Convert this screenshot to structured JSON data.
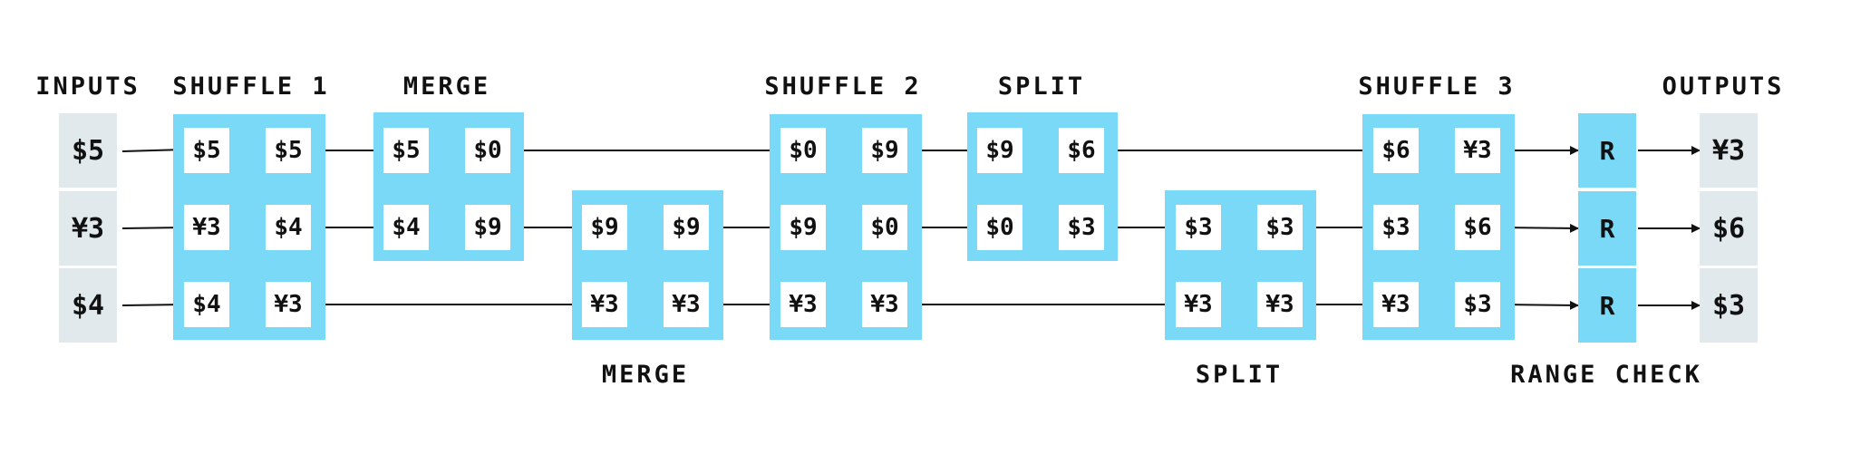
{
  "labels": {
    "inputs": "INPUTS",
    "shuffle1": "SHUFFLE 1",
    "merge_top": "MERGE",
    "merge_bottom": "MERGE",
    "shuffle2": "SHUFFLE 2",
    "split_top": "SPLIT",
    "split_bottom": "SPLIT",
    "shuffle3": "SHUFFLE 3",
    "range_check": "RANGE CHECK",
    "outputs": "OUTPUTS"
  },
  "inputs": [
    "$5",
    "¥3",
    "$4"
  ],
  "outputs": [
    "¥3",
    "$6",
    "$3"
  ],
  "range_check_marks": [
    "R",
    "R",
    "R"
  ],
  "shuffle1": {
    "in": [
      "$5",
      "¥3",
      "$4"
    ],
    "out": [
      "$5",
      "$4",
      "¥3"
    ]
  },
  "merge_top": {
    "in": [
      "$5",
      "$4"
    ],
    "out": [
      "$0",
      "$9"
    ]
  },
  "merge_bottom": {
    "in": [
      "$9",
      "¥3"
    ],
    "out": [
      "$9",
      "¥3"
    ]
  },
  "shuffle2": {
    "in": [
      "$0",
      "$9",
      "¥3"
    ],
    "out": [
      "$9",
      "$0",
      "¥3"
    ]
  },
  "split_top": {
    "in": [
      "$9",
      "$0"
    ],
    "out": [
      "$6",
      "$3"
    ]
  },
  "split_bottom": {
    "in": [
      "$3",
      "¥3"
    ],
    "out": [
      "$3",
      "¥3"
    ]
  },
  "shuffle3": {
    "in": [
      "$6",
      "$3",
      "¥3"
    ],
    "out": [
      "¥3",
      "$6",
      "$3"
    ]
  },
  "colors": {
    "block": "#7ad9f7",
    "io_box": "#e1e9ed",
    "cell": "#ffffff",
    "ink": "#111111"
  }
}
